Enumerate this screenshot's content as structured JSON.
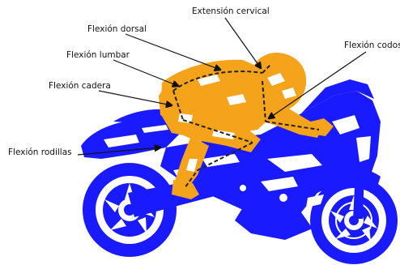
{
  "labels": {
    "cervical_extension": "Extensión cervical",
    "dorsal_flexion": "Flexión dorsal",
    "lumbar_flexion": "Flexión lumbar",
    "hip_flexion": "Flexión cadera",
    "elbow_flexion": "Flexión codos",
    "knee_flexion": "Flexión rodillas"
  },
  "colors": {
    "motorcycle": "#1a1aff",
    "rider": "#f5a31a",
    "posture_line": "#222222",
    "leader_line": "#111111",
    "background": "#ffffff"
  }
}
